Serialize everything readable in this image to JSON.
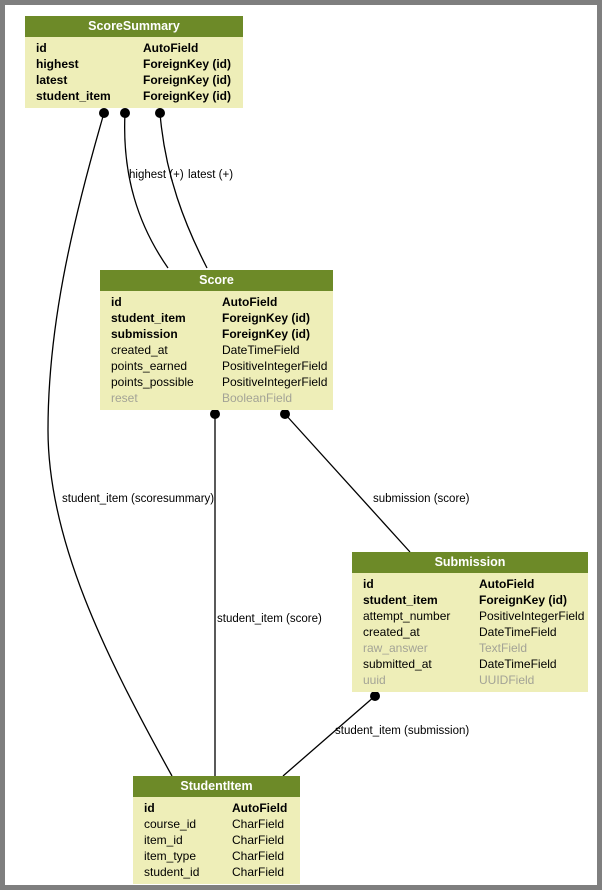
{
  "diagram": {
    "entities": [
      {
        "name": "ScoreSummary",
        "fields": [
          {
            "name": "id",
            "type": "AutoField"
          },
          {
            "name": "highest",
            "type": "ForeignKey (id)"
          },
          {
            "name": "latest",
            "type": "ForeignKey (id)"
          },
          {
            "name": "student_item",
            "type": "ForeignKey (id)"
          }
        ]
      },
      {
        "name": "Score",
        "fields": [
          {
            "name": "id",
            "type": "AutoField"
          },
          {
            "name": "student_item",
            "type": "ForeignKey (id)"
          },
          {
            "name": "submission",
            "type": "ForeignKey (id)"
          },
          {
            "name": "created_at",
            "type": "DateTimeField"
          },
          {
            "name": "points_earned",
            "type": "PositiveIntegerField"
          },
          {
            "name": "points_possible",
            "type": "PositiveIntegerField"
          },
          {
            "name": "reset",
            "type": "BooleanField"
          }
        ]
      },
      {
        "name": "Submission",
        "fields": [
          {
            "name": "id",
            "type": "AutoField"
          },
          {
            "name": "student_item",
            "type": "ForeignKey (id)"
          },
          {
            "name": "attempt_number",
            "type": "PositiveIntegerField"
          },
          {
            "name": "created_at",
            "type": "DateTimeField"
          },
          {
            "name": "raw_answer",
            "type": "TextField"
          },
          {
            "name": "submitted_at",
            "type": "DateTimeField"
          },
          {
            "name": "uuid",
            "type": "UUIDField"
          }
        ]
      },
      {
        "name": "StudentItem",
        "fields": [
          {
            "name": "id",
            "type": "AutoField"
          },
          {
            "name": "course_id",
            "type": "CharField"
          },
          {
            "name": "item_id",
            "type": "CharField"
          },
          {
            "name": "item_type",
            "type": "CharField"
          },
          {
            "name": "student_id",
            "type": "CharField"
          }
        ]
      }
    ],
    "relationships": [
      {
        "from": "ScoreSummary",
        "to": "Score",
        "label": "highest (+)"
      },
      {
        "from": "ScoreSummary",
        "to": "Score",
        "label": "latest (+)"
      },
      {
        "from": "ScoreSummary",
        "to": "StudentItem",
        "label": "student_item (scoresummary)"
      },
      {
        "from": "Score",
        "to": "Submission",
        "label": "submission (score)"
      },
      {
        "from": "Score",
        "to": "StudentItem",
        "label": "student_item (score)"
      },
      {
        "from": "Submission",
        "to": "StudentItem",
        "label": "student_item (submission)"
      }
    ],
    "colors": {
      "header_bg": "#6d8a28",
      "header_text": "#ffffff",
      "body_bg": "#eeeeb8",
      "muted_text": "#a3a396",
      "frame_border": "#7f7f7f",
      "edge": "#000000"
    }
  }
}
